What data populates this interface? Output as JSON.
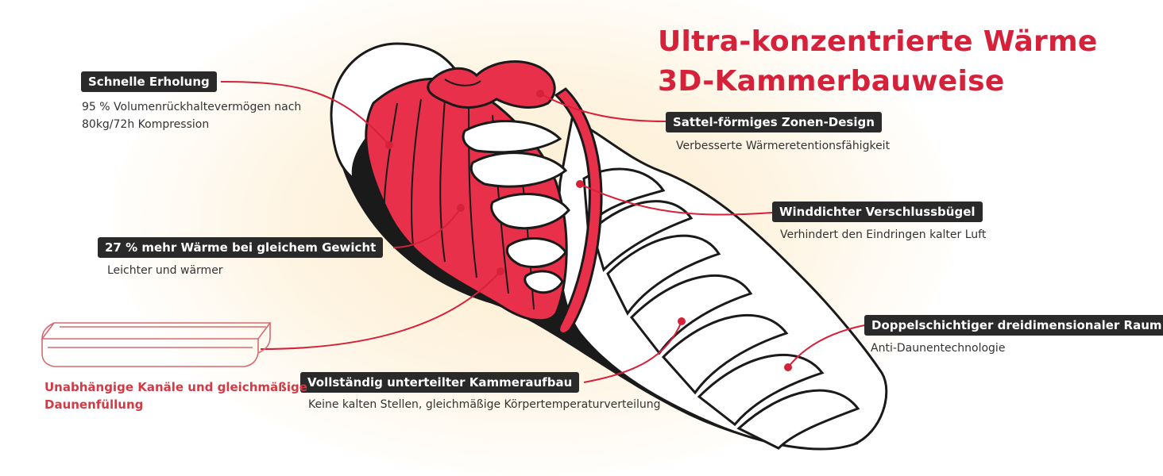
{
  "headline": {
    "line1": "Ultra-konzentrierte Wärme",
    "line2": "3D-Kammerbauweise"
  },
  "callouts": [
    {
      "id": "fast-recovery",
      "label": "Schnelle Erholung",
      "desc": [
        "95 % Volumenrückhaltevermögen nach",
        "80kg/72h Kompression"
      ]
    },
    {
      "id": "warmth",
      "label": "27 % mehr Wärme bei gleichem Gewicht",
      "desc": [
        "Leichter und wärmer"
      ]
    },
    {
      "id": "saddle",
      "label": "Sattel-förmiges Zonen-Design",
      "desc": [
        "Verbesserte Wärmeretentionsfähigkeit"
      ]
    },
    {
      "id": "windproof",
      "label": "Winddichter Verschlussbügel",
      "desc": [
        "Verhindert den Eindringen kalter Luft"
      ]
    },
    {
      "id": "double-layer",
      "label": "Doppelschichtiger dreidimensionaler Raum",
      "desc": [
        "Anti-Daunentechnologie"
      ]
    },
    {
      "id": "chamber",
      "label": "Vollständig unterteilter Kammeraufbau",
      "desc": [
        "Keine kalten Stellen, gleichmäßige Körpertemperaturverteilung"
      ]
    }
  ],
  "channel_note": {
    "line1": "Unabhängige Kanäle und gleichmäßige",
    "line2": "Daunenfüllung"
  },
  "colors": {
    "accent_red": "#e8304a",
    "headline_red": "#d6213a",
    "tag_bg": "#2a2a2a",
    "outline": "#1a1a1a",
    "glow": "#fdecd0"
  }
}
